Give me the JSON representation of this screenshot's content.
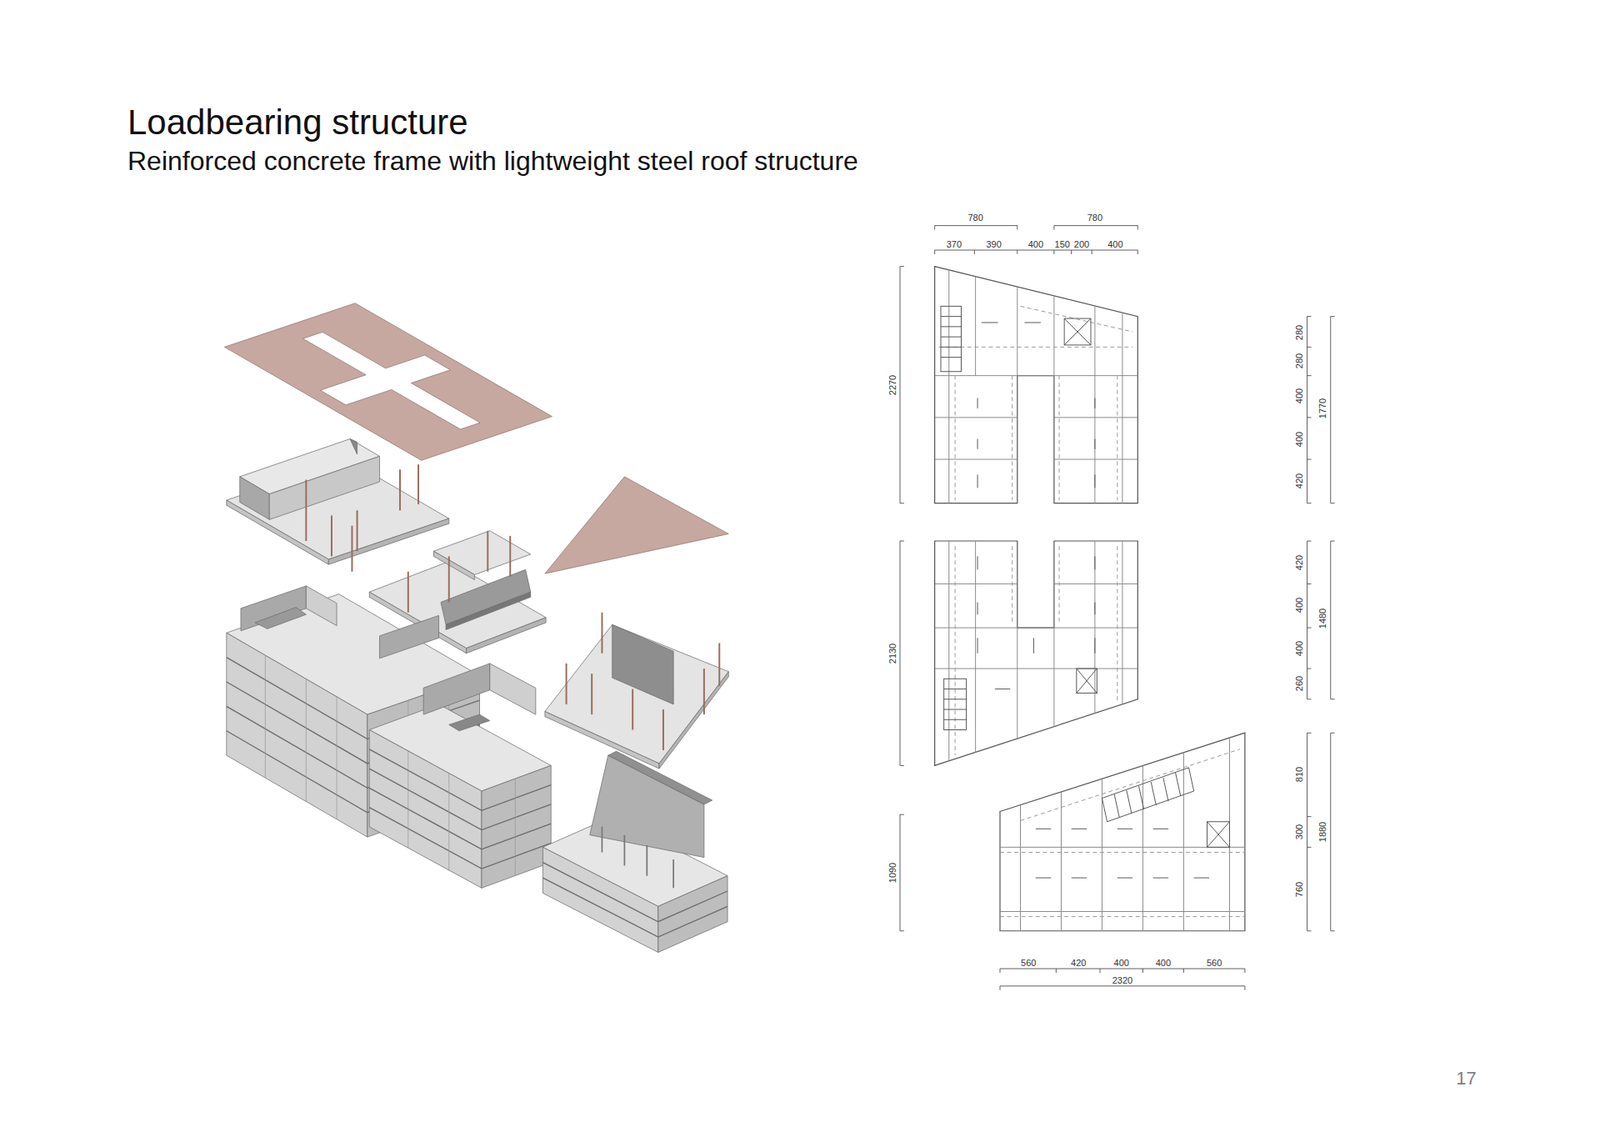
{
  "diagram": {
    "title": "Loadbearing structure",
    "labels": [
      "Reinforced concrete frame with lightweight steel roof structure",
      "780",
      "780",
      "370",
      "390",
      "400",
      "150",
      "200",
      "400",
      "2270",
      "280",
      "280",
      "400",
      "400",
      "420",
      "1770",
      "2130",
      "420",
      "400",
      "400",
      "260",
      "1480",
      "1090",
      "810",
      "300",
      "760",
      "1880",
      "560",
      "420",
      "400",
      "400",
      "560",
      "2320",
      "17"
    ]
  }
}
